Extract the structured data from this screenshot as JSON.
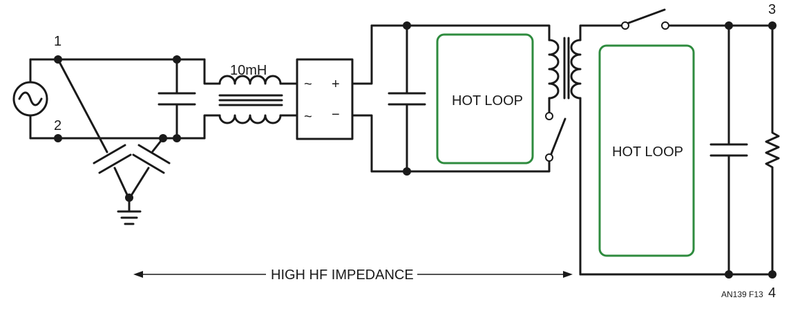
{
  "labels": {
    "node_1": "1",
    "node_2": "2",
    "node_3": "3",
    "node_4": "4",
    "inductor_value": "10mH",
    "rect_ac_top": "~",
    "rect_ac_bottom": "~",
    "rect_plus": "+",
    "rect_minus": "−",
    "hot_loop_primary": "HOT LOOP",
    "hot_loop_secondary": "HOT LOOP",
    "impedance_note": "HIGH HF IMPEDANCE",
    "figure_id": "AN139 F13"
  },
  "colors": {
    "wire": "#1a1a1a",
    "hot_loop": "#2e8b3e",
    "background": "#ffffff"
  }
}
